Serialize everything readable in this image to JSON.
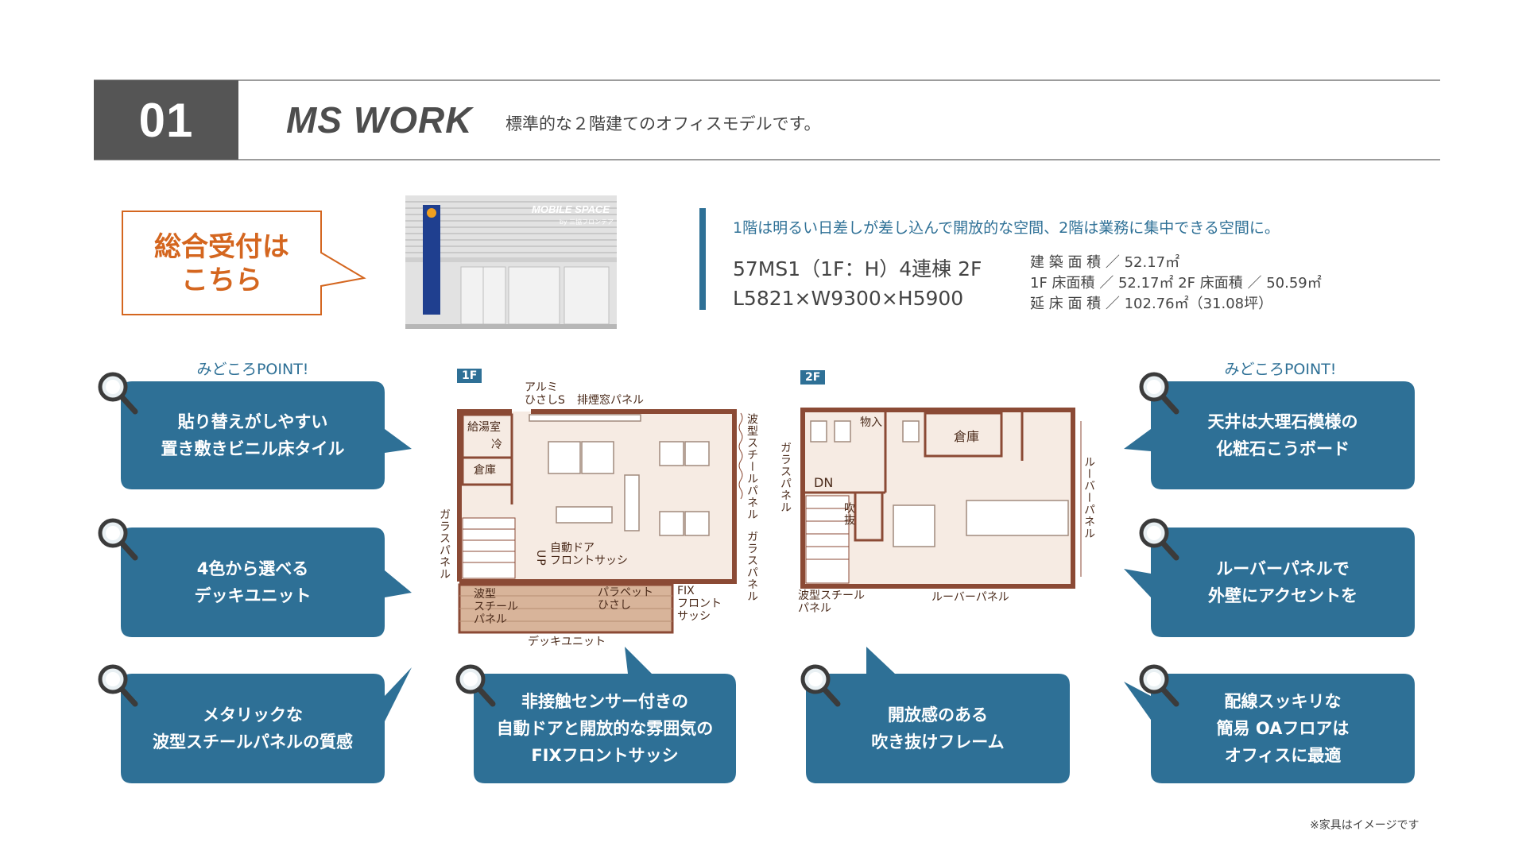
{
  "header": {
    "number": "01",
    "title": "MS WORK",
    "subtitle": "標準的な２階建てのオフィスモデルです。"
  },
  "reception": {
    "line1": "総合受付は",
    "line2": "こちら"
  },
  "photo": {
    "sign_main": "MOBILE SPACE",
    "sign_sub": "by 三協フロンテア"
  },
  "spec": {
    "lead": "1階は明るい日差しが差し込んで開放的な空間、2階は業務に集中できる空間に。",
    "model_line1": "57MS1（1F：H）4連棟 2F",
    "model_line2": "L5821×W9300×H5900",
    "area_line1": "建 築 面 積 ／ 52.17㎡",
    "area_line2": "1F 床面積 ／ 52.17㎡  2F 床面積 ／ 50.59㎡",
    "area_line3": "延 床 面 積 ／ 102.76㎡（31.08坪）"
  },
  "points": {
    "left_heading": "みどころPOINT!",
    "right_heading": "みどころPOINT!",
    "left": [
      {
        "line1": "貼り替えがしやすい",
        "line2": "置き敷きビニル床タイル"
      },
      {
        "line1": "4色から選べる",
        "line2": "デッキユニット"
      },
      {
        "line1": "メタリックな",
        "line2": "波型スチールパネルの質感"
      }
    ],
    "right": [
      {
        "line1": "天井は大理石模様の",
        "line2": "化粧石こうボード"
      },
      {
        "line1": "ルーバーパネルで",
        "line2": "外壁にアクセントを"
      },
      {
        "line1": "配線スッキリな",
        "line2": "簡易 OAフロアは",
        "line3": "オフィスに最適"
      }
    ],
    "center": [
      {
        "line1": "非接触センサー付きの",
        "line2": "自動ドアと開放的な雰囲気の",
        "line3": "FIXフロントサッシ"
      },
      {
        "line1": "開放感のある",
        "line2": "吹き抜けフレーム"
      }
    ]
  },
  "plan1f": {
    "label": "1F",
    "alumi": "アルミ",
    "hisashi_s": "ひさしS",
    "haien": "排煙窓パネル",
    "kyutou": "給湯室",
    "rei": "冷",
    "souko": "倉庫",
    "garasu_left": "ガラスパネル",
    "namigata_right": "波型スチールパネル",
    "garasu_right": "ガラスパネル",
    "up": "UP",
    "jidou1": "自動ドア",
    "jidou2": "フロントサッシ",
    "namigata1": "波型",
    "namigata2": "スチール",
    "namigata3": "パネル",
    "parapet1": "パラペット",
    "parapet2": "ひさし",
    "fix1": "FIX",
    "fix2": "フロント",
    "fix3": "サッシ",
    "deck": "デッキユニット"
  },
  "plan2f": {
    "label": "2F",
    "monoire": "物入",
    "souko": "倉庫",
    "garasu_left": "ガラスパネル",
    "dn": "DN",
    "fukinuke": "吹抜",
    "louver_right": "ルーバーパネル",
    "namigata1": "波型スチール",
    "namigata2": "パネル",
    "louver_bottom": "ルーバーパネル"
  },
  "note": "※家具はイメージです",
  "colors": {
    "accent_blue": "#2e7096",
    "header_gray": "#555555",
    "reception_orange": "#d4661f",
    "wall_brown": "#8b4a35"
  },
  "icons": [
    "magnifier-icon"
  ]
}
